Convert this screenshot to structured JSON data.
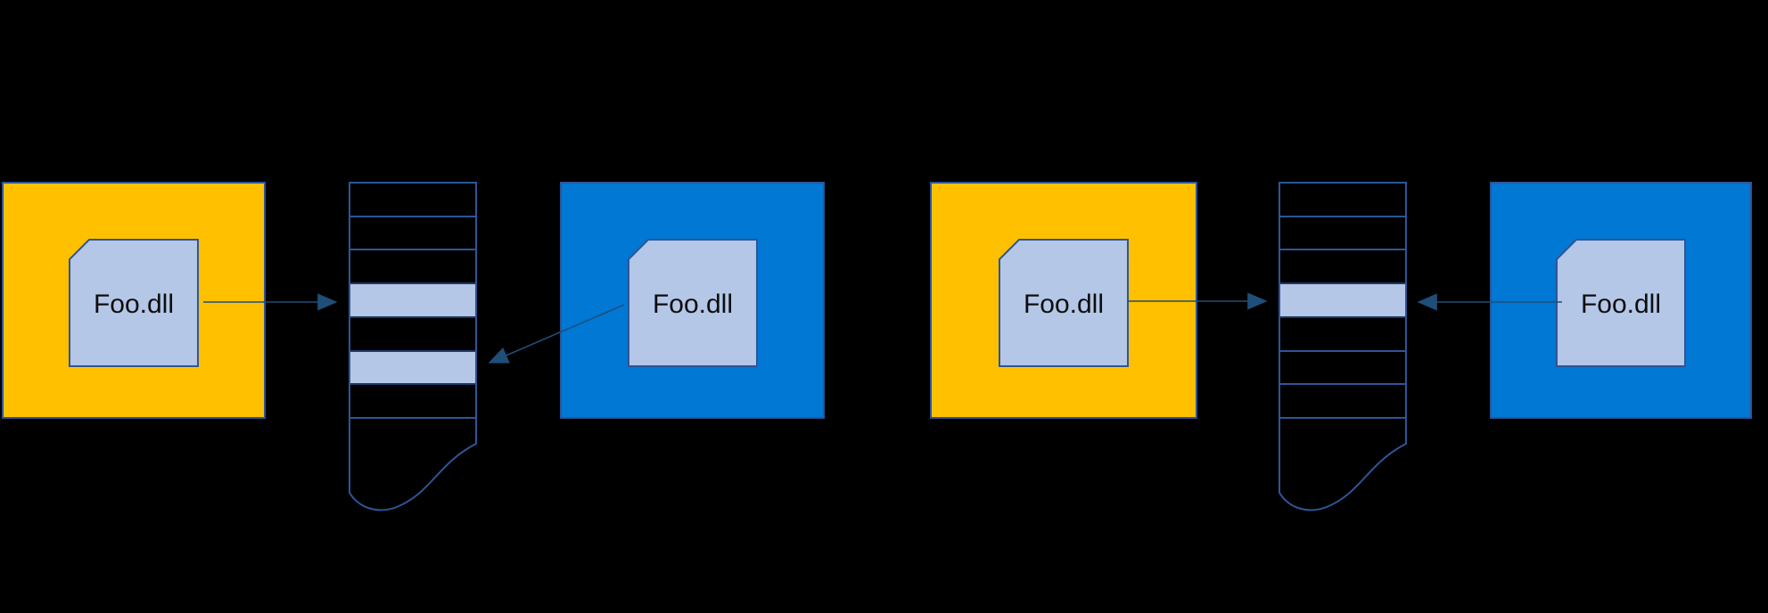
{
  "diagram": {
    "description": "dll-shared-memory-diagram",
    "left_scenario": {
      "process_a": {
        "dll_label": "Foo.dll"
      },
      "process_b": {
        "dll_label": "Foo.dll"
      },
      "memory": {
        "rows": 7,
        "filled_rows": [
          3,
          5
        ]
      }
    },
    "right_scenario": {
      "process_a": {
        "dll_label": "Foo.dll"
      },
      "process_b": {
        "dll_label": "Foo.dll"
      },
      "memory": {
        "rows": 7,
        "filled_rows": [
          3
        ]
      }
    },
    "colors": {
      "background": "#000000",
      "process_a_fill": "#FFC000",
      "process_b_fill": "#0078D4",
      "dll_fill": "#B4C7E7",
      "border": "#2E5597",
      "filled_row_border": "#1F3864",
      "arrow": "#1F4E79"
    }
  }
}
